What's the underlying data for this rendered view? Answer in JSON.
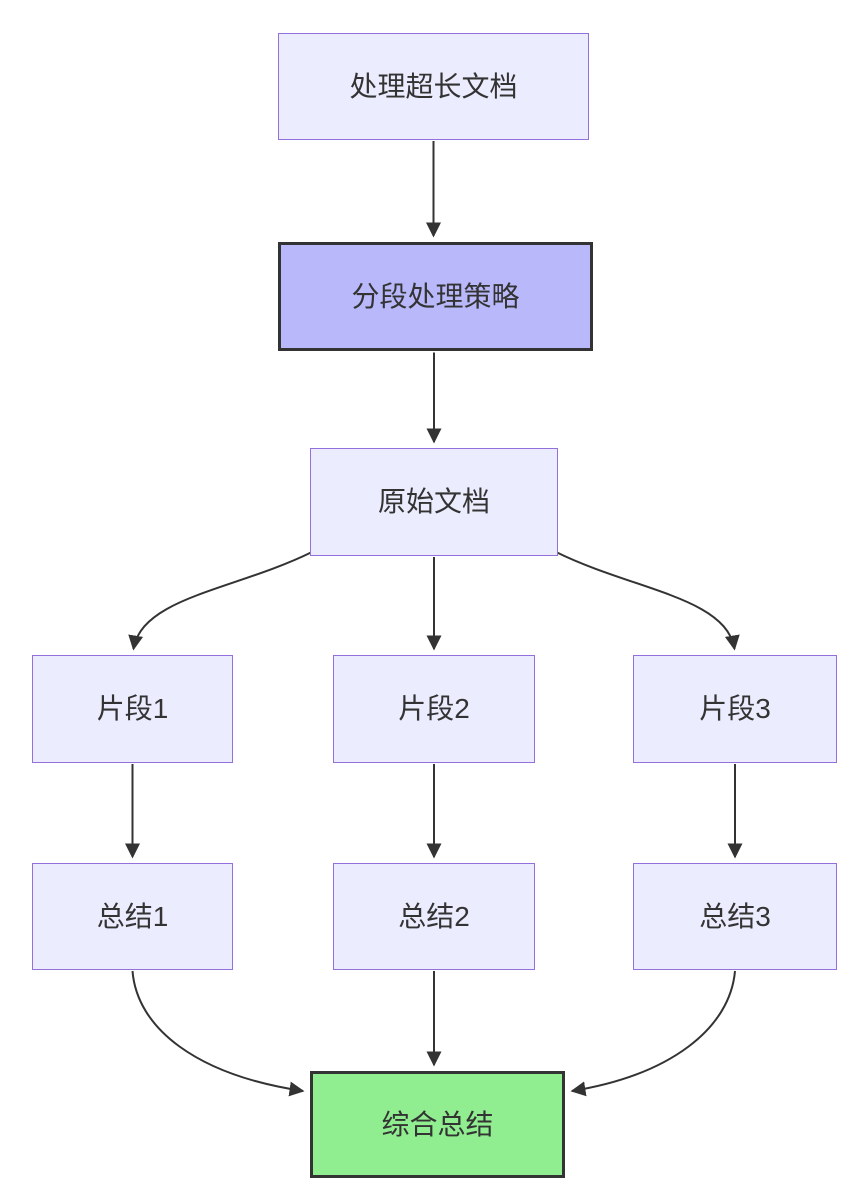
{
  "diagram": {
    "type": "flowchart-top-down",
    "nodes": {
      "A": {
        "id": "A",
        "label": "处理超长文档",
        "style": "light"
      },
      "B": {
        "id": "B",
        "label": "分段处理策略",
        "style": "emphasis"
      },
      "C": {
        "id": "C",
        "label": "原始文档",
        "style": "light"
      },
      "D1": {
        "id": "D1",
        "label": "片段1",
        "style": "light"
      },
      "D2": {
        "id": "D2",
        "label": "片段2",
        "style": "light"
      },
      "D3": {
        "id": "D3",
        "label": "片段3",
        "style": "light"
      },
      "E1": {
        "id": "E1",
        "label": "总结1",
        "style": "light"
      },
      "E2": {
        "id": "E2",
        "label": "总结2",
        "style": "light"
      },
      "E3": {
        "id": "E3",
        "label": "总结3",
        "style": "light"
      },
      "F": {
        "id": "F",
        "label": "综合总结",
        "style": "success"
      }
    },
    "edges": [
      {
        "from": "A",
        "to": "B"
      },
      {
        "from": "B",
        "to": "C"
      },
      {
        "from": "C",
        "to": "D1"
      },
      {
        "from": "C",
        "to": "D2"
      },
      {
        "from": "C",
        "to": "D3"
      },
      {
        "from": "D1",
        "to": "E1"
      },
      {
        "from": "D2",
        "to": "E2"
      },
      {
        "from": "D3",
        "to": "E3"
      },
      {
        "from": "E1",
        "to": "F"
      },
      {
        "from": "E2",
        "to": "F"
      },
      {
        "from": "E3",
        "to": "F"
      }
    ]
  },
  "colors": {
    "node_fill": "#ECECFF",
    "node_border": "#9370DB",
    "emphasis_fill": "#B8B8FA",
    "emphasis_border": "#333333",
    "success_fill": "#90EE90",
    "success_border": "#333333",
    "edge_color": "#333333",
    "text_color": "#333333",
    "background": "#ffffff"
  }
}
